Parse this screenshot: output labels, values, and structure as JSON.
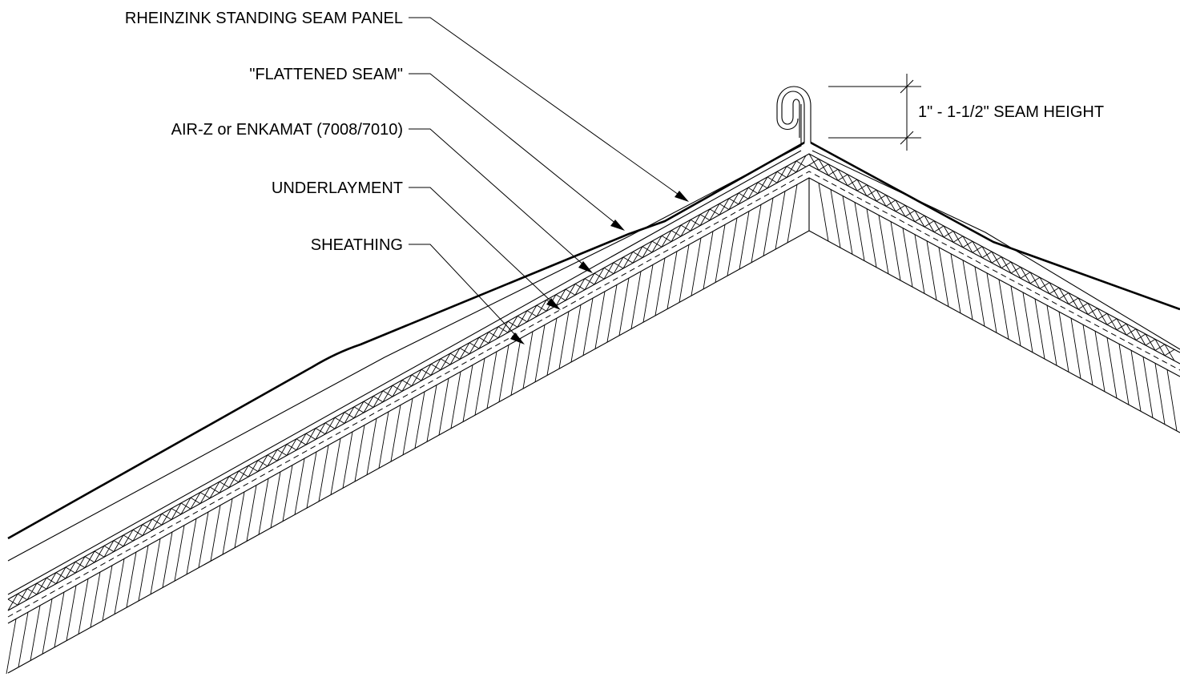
{
  "labels": {
    "panel": "RHEINZINK STANDING SEAM PANEL",
    "flattened_seam": "\"FLATTENED SEAM\"",
    "air_z": "AIR-Z or ENKAMAT (7008/7010)",
    "underlayment": "UNDERLAYMENT",
    "sheathing": "SHEATHING",
    "seam_height": "1\" - 1-1/2\" SEAM HEIGHT"
  }
}
